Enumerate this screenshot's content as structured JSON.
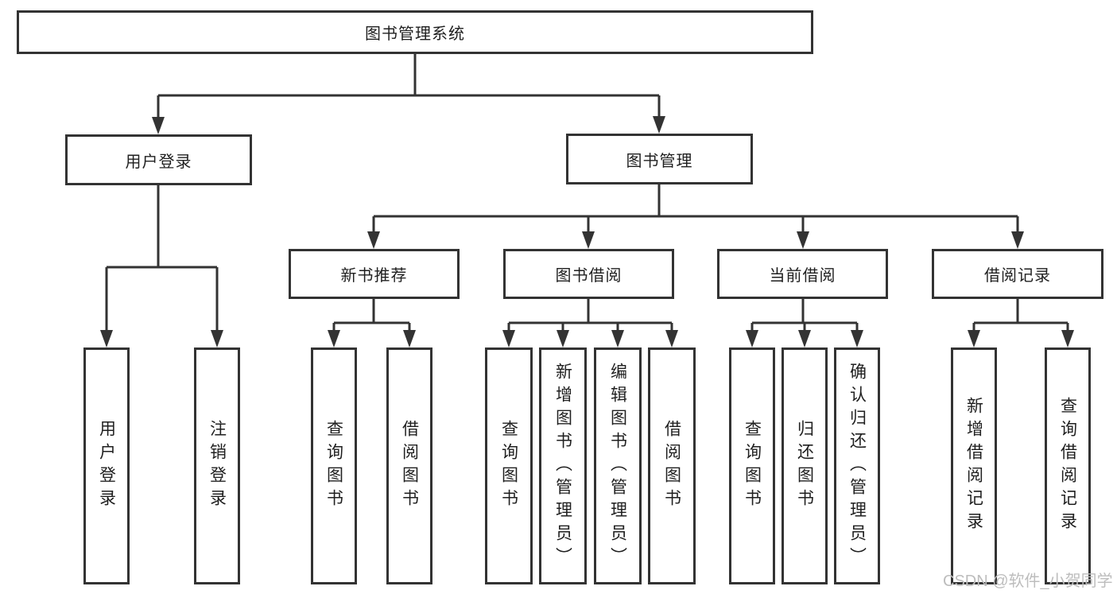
{
  "diagram": {
    "root": {
      "label": "图书管理系统"
    },
    "branches": [
      {
        "label": "用户登录",
        "children": [
          {
            "label": "用户登录"
          },
          {
            "label": "注销登录"
          }
        ]
      },
      {
        "label": "图书管理",
        "children": [
          {
            "label": "新书推荐",
            "children": [
              {
                "label": "查询图书"
              },
              {
                "label": "借阅图书"
              }
            ]
          },
          {
            "label": "图书借阅",
            "children": [
              {
                "label": "查询图书"
              },
              {
                "label": "新增图书（管理员）"
              },
              {
                "label": "编辑图书（管理员）"
              },
              {
                "label": "借阅图书"
              }
            ]
          },
          {
            "label": "当前借阅",
            "children": [
              {
                "label": "查询图书"
              },
              {
                "label": "归还图书"
              },
              {
                "label": "确认归还（管理员）"
              }
            ]
          },
          {
            "label": "借阅记录",
            "children": [
              {
                "label": "新增借阅记录"
              },
              {
                "label": "查询借阅记录"
              }
            ]
          }
        ]
      }
    ]
  },
  "watermark": {
    "text": "CSDN @软件_小贺同学"
  },
  "colors": {
    "line": "#333333",
    "box_border": "#333333",
    "text": "#1f1f1f",
    "watermark": "#bdbdbd",
    "background": "#ffffff"
  }
}
